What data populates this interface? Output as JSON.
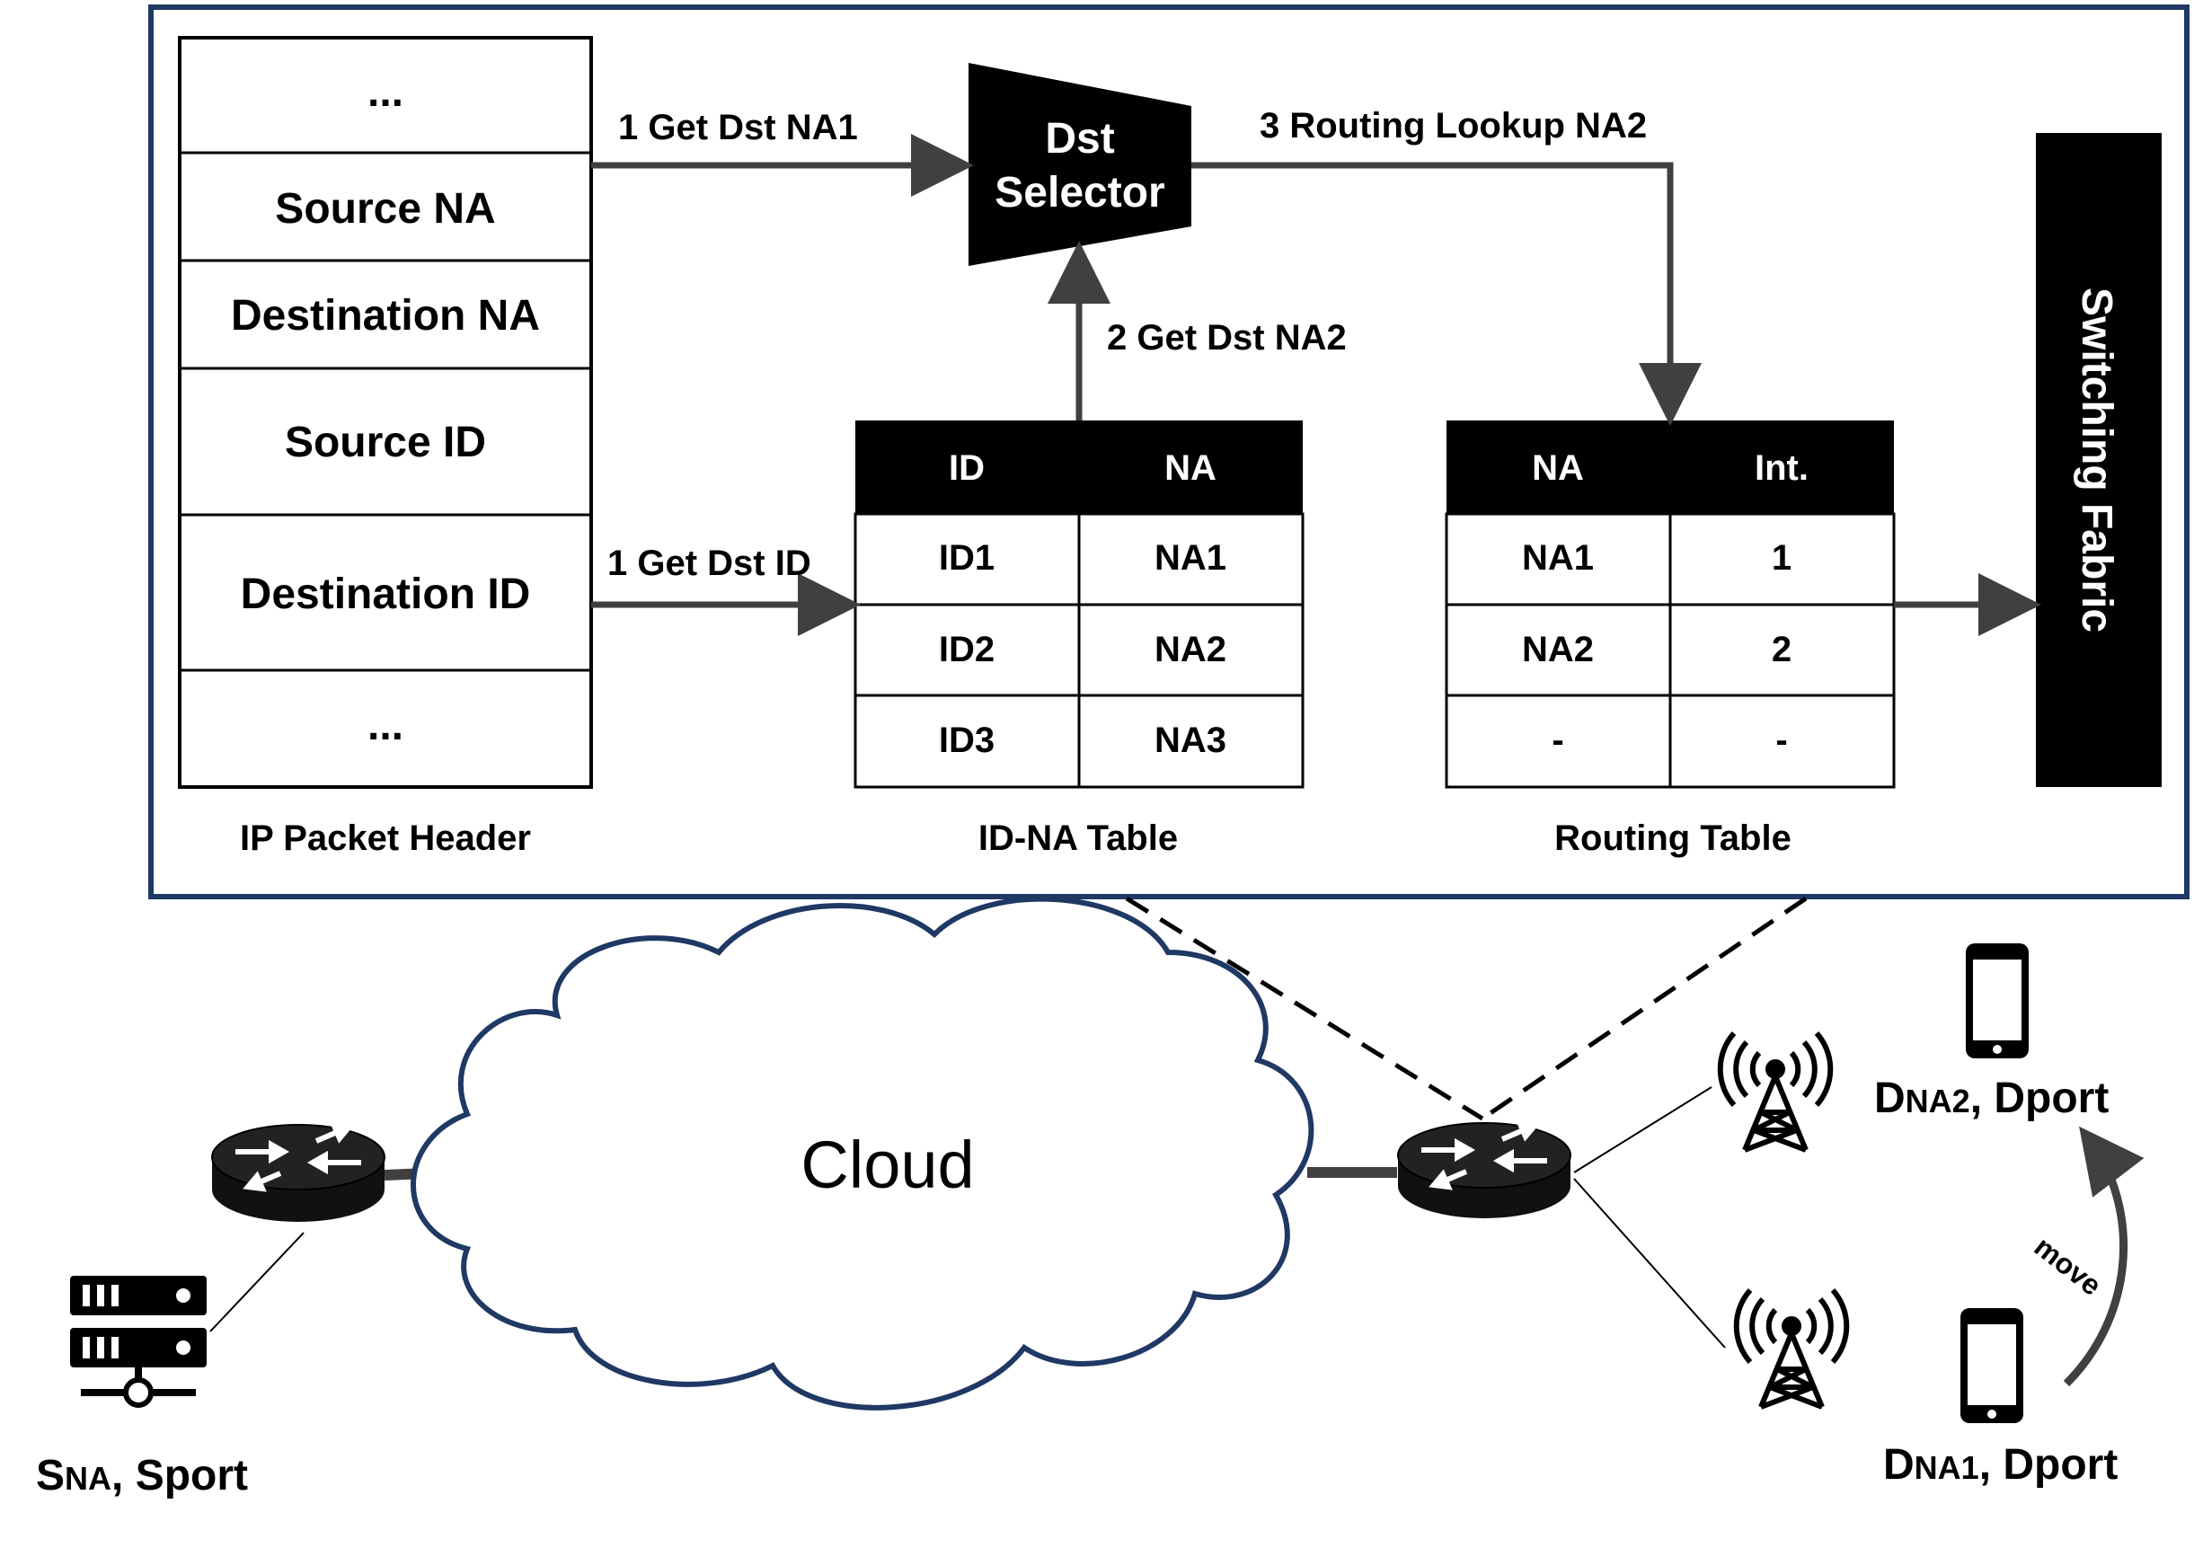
{
  "packet_header": {
    "fields": [
      "...",
      "Source NA",
      "Destination NA",
      "Source ID",
      "Destination ID",
      "..."
    ],
    "caption": "IP Packet Header"
  },
  "id_na_table": {
    "headers": [
      "ID",
      "NA"
    ],
    "rows": [
      [
        "ID1",
        "NA1"
      ],
      [
        "ID2",
        "NA2"
      ],
      [
        "ID3",
        "NA3"
      ]
    ],
    "caption": "ID-NA Table"
  },
  "routing_table": {
    "headers": [
      "NA",
      "Int."
    ],
    "rows": [
      [
        "NA1",
        "1"
      ],
      [
        "NA2",
        "2"
      ],
      [
        "-",
        "-"
      ]
    ],
    "caption": "Routing Table"
  },
  "dst_selector": {
    "line1": "Dst",
    "line2": "Selector"
  },
  "switching_fabric": "Switching Fabric",
  "steps": {
    "get_dst_na1": "1 Get Dst NA1",
    "get_dst_id": "1 Get Dst ID",
    "get_dst_na2": "2 Get Dst NA2",
    "routing_lookup": "3 Routing Lookup NA2"
  },
  "cloud": "Cloud",
  "source": {
    "s": "S",
    "na": "NA",
    "sep": ", ",
    "port": "Sport"
  },
  "dest_na2": {
    "d": "D",
    "na": "NA2",
    "sep": ", ",
    "port": "Dport"
  },
  "dest_na1": {
    "d": "D",
    "na": "NA1",
    "sep": ", ",
    "port": "Dport"
  },
  "move": "move",
  "colors": {
    "frame": "#1f3864",
    "cloud": "#1f3864",
    "black": "#000000",
    "arrow": "#404040"
  }
}
